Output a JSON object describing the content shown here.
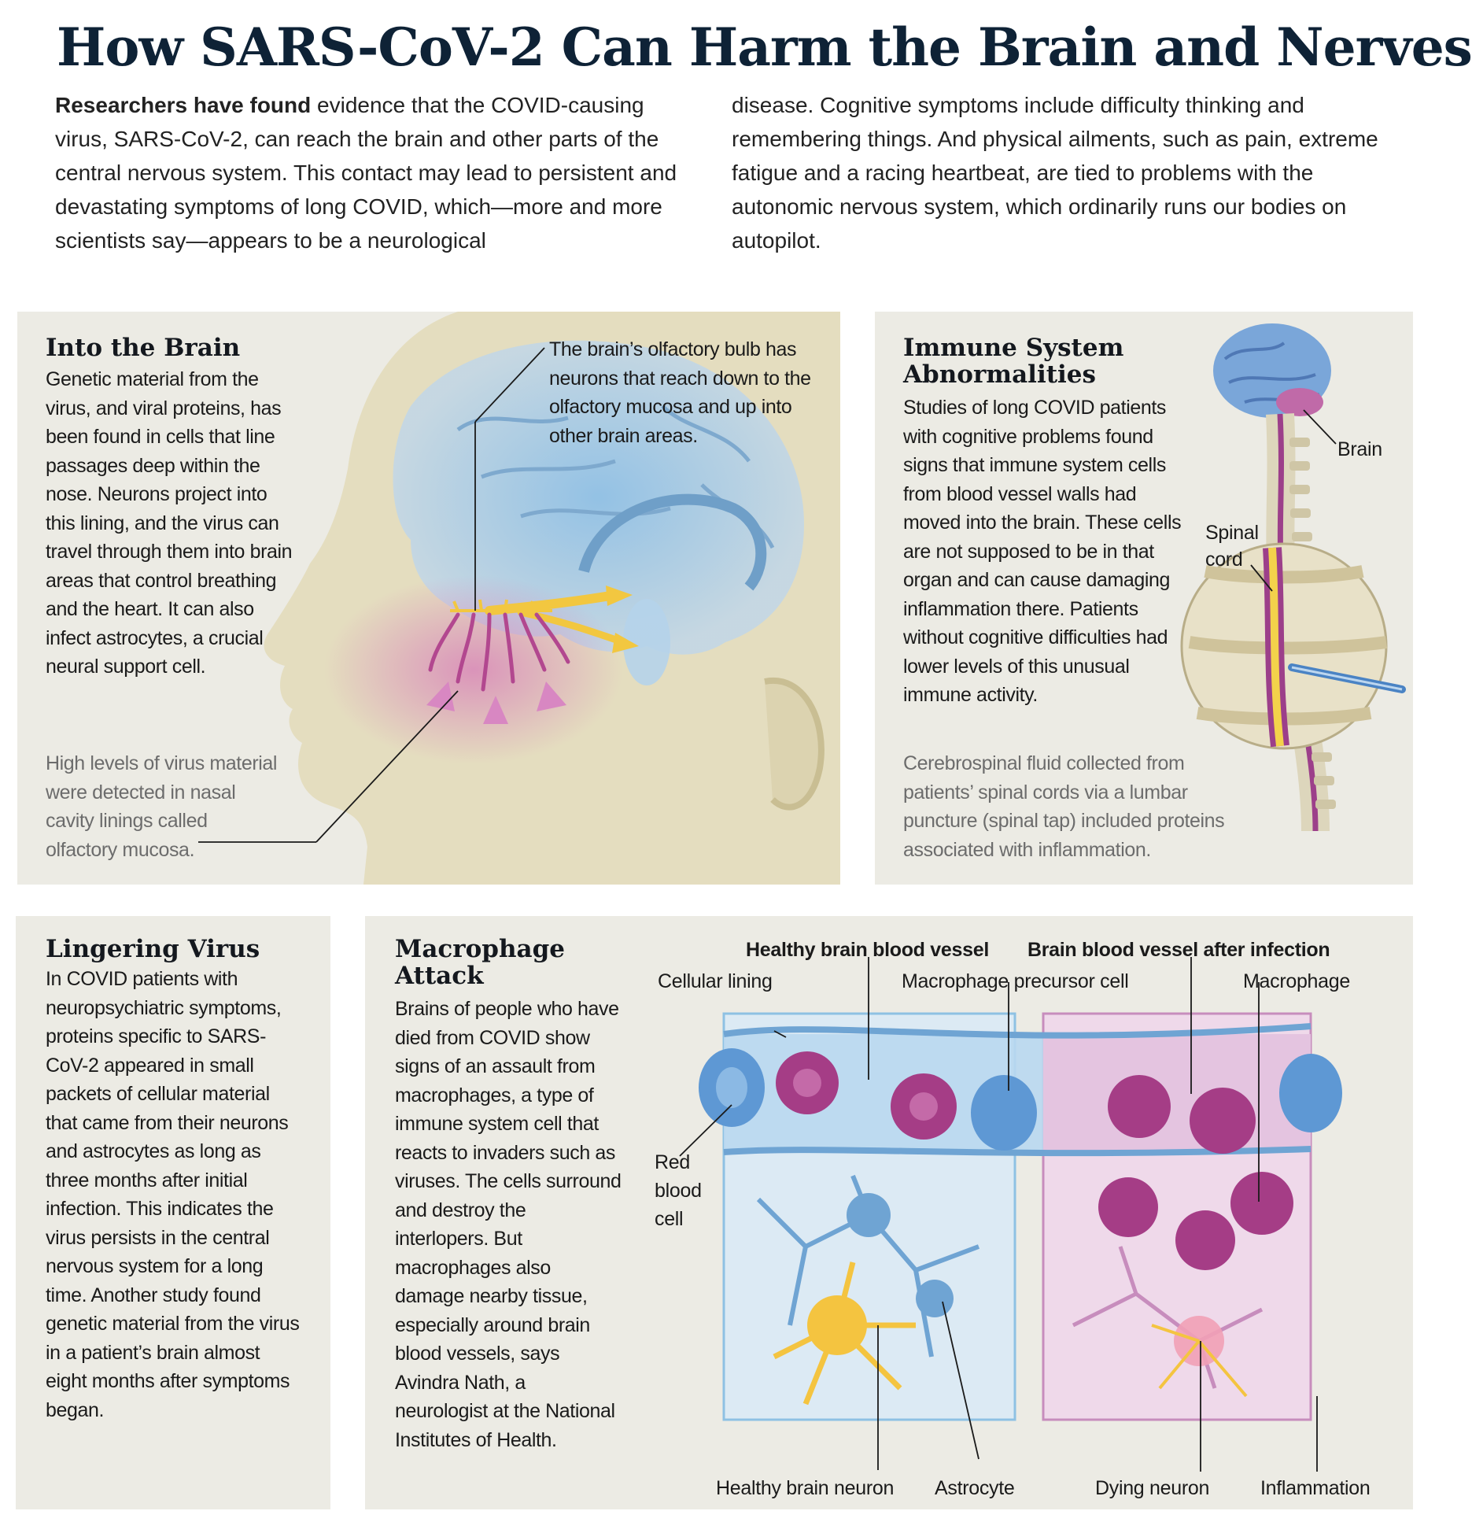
{
  "page": {
    "title": "How SARS-CoV-2 Can Harm the Brain and Nerves",
    "intro_lead": "Researchers have found",
    "intro_left_rest": " evidence that the COVID-causing virus, SARS-CoV-2, can reach the brain and other parts of the central nervous system. This contact may lead to persistent and devastating symptoms of long COVID, which—more and more scientists say—appears to be a neurological",
    "intro_right": "disease. Cognitive symptoms include difficulty thinking and remembering things. And physical ailments, such as pain, extreme fatigue and a racing heartbeat, are tied to problems with the autonomic nervous system, which ordinarily runs our bodies on autopilot."
  },
  "into_brain": {
    "title": "Into the Brain",
    "text": "Genetic material from the virus, and viral proteins, has been found in cells that line passages deep within the nose. Neurons project into this lining, and the virus can travel through them into brain areas that control breathing and the heart. It can also infect astrocytes, a crucial neural support cell.",
    "note": "High levels of virus material were detected in nasal cavity linings called olfactory mucosa.",
    "callout": "The brain’s olfactory bulb has neurons that reach down to the olfactory mucosa and up into other brain areas."
  },
  "immune": {
    "title_line1": "Immune System",
    "title_line2": "Abnormalities",
    "text": "Studies of long COVID patients with cognitive problems found signs that immune system cells from blood vessel walls had moved into the brain. These cells are not supposed to be in that organ and can cause damaging inflammation there. Patients without cognitive difficulties had lower levels of this unusual immune activity.",
    "note": "Cerebrospinal fluid collected from patients’ spinal cords via a lumbar puncture (spinal tap) included proteins associated with inflammation.",
    "label_brain": "Brain",
    "label_spinal_1": "Spinal",
    "label_spinal_2": "cord"
  },
  "lingering": {
    "title": "Lingering Virus",
    "text": "In COVID patients with neuropsychiatric symptoms, proteins specific to SARS-CoV-2 appeared in small packets of cellular material that came from their neurons and astrocytes as long as three months after initial infection. This indicates the virus persists in the central nervous system for a long time. Another study found genetic material from the virus in a patient’s brain almost eight months after symptoms began."
  },
  "macrophage": {
    "title_line1": "Macrophage",
    "title_line2": "Attack",
    "text": "Brains of people who have died from COVID show signs of an assault from macrophages, a type of immune system cell that reacts to invaders such as viruses. The cells surround and destroy the interlopers. But macrophages also damage nearby tissue, especially around brain blood vessels, says Avindra Nath, a neurologist at the National Institutes of Health.",
    "labels": {
      "healthy_vessel": "Healthy brain blood vessel",
      "infected_vessel": "Brain blood vessel after infection",
      "cellular_lining": "Cellular lining",
      "precursor": "Macrophage precursor cell",
      "macrophage": "Macrophage",
      "rbc_1": "Red",
      "rbc_2": "blood",
      "rbc_3": "cell",
      "healthy_neuron": "Healthy brain neuron",
      "astrocyte": "Astrocyte",
      "dying_neuron": "Dying neuron",
      "inflammation": "Inflammation"
    }
  },
  "colors": {
    "panel_bg": "#ecebe4",
    "title_navy": "#0e2236",
    "vessel_blue": "#8ec1e3",
    "macrophage_magenta": "#a53d86",
    "astrocyte_yellow": "#f4c440"
  }
}
